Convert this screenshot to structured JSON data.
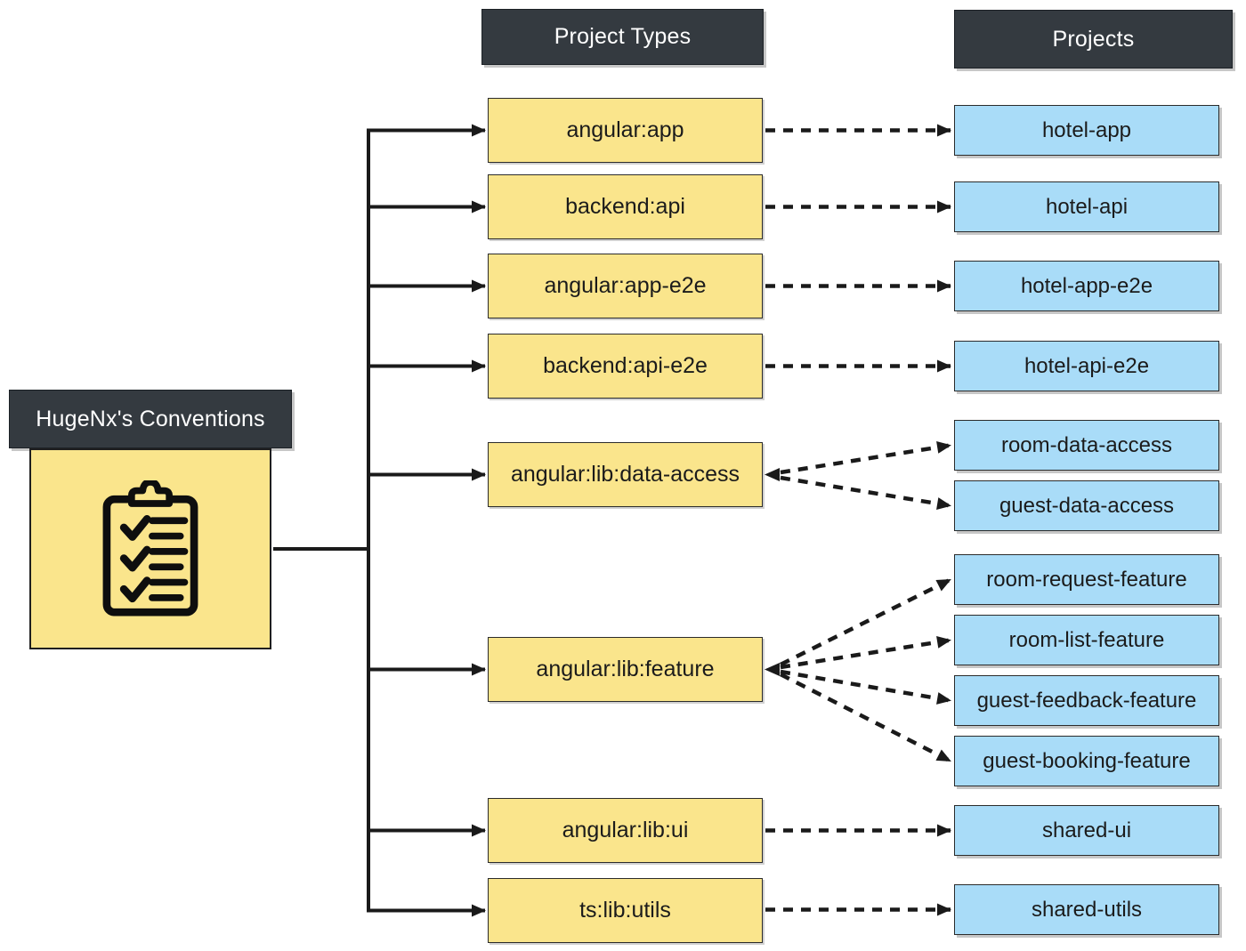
{
  "title": "HugeNx's Conventions diagram",
  "palette": {
    "header_bg": "#343A40",
    "header_text": "#FFFFFF",
    "type_fill": "#FAE58C",
    "type_border": "#2B2B2B",
    "project_fill": "#A9DCF8",
    "project_border": "#2B2B2B",
    "line": "#1A1A1A",
    "canvas_bg": "#FFFFFF"
  },
  "headers": {
    "conventions": "HugeNx's Conventions",
    "project_types": "Project Types",
    "projects": "Projects"
  },
  "conventions": {
    "icon": "checklist-clipboard"
  },
  "project_types": [
    {
      "label": "angular:app"
    },
    {
      "label": "backend:api"
    },
    {
      "label": "angular:app-e2e"
    },
    {
      "label": "backend:api-e2e"
    },
    {
      "label": "angular:lib:data-access"
    },
    {
      "label": "angular:lib:feature"
    },
    {
      "label": "angular:lib:ui"
    },
    {
      "label": "ts:lib:utils"
    }
  ],
  "projects": [
    {
      "label": "hotel-app"
    },
    {
      "label": "hotel-api"
    },
    {
      "label": "hotel-app-e2e"
    },
    {
      "label": "hotel-api-e2e"
    },
    {
      "label": "room-data-access"
    },
    {
      "label": "guest-data-access"
    },
    {
      "label": "room-request-feature"
    },
    {
      "label": "room-list-feature"
    },
    {
      "label": "guest-feedback-feature"
    },
    {
      "label": "guest-booking-feature"
    },
    {
      "label": "shared-ui"
    },
    {
      "label": "shared-utils"
    }
  ],
  "connections": [
    {
      "from": "angular:app",
      "to": [
        "hotel-app"
      ],
      "style": "dashed"
    },
    {
      "from": "backend:api",
      "to": [
        "hotel-api"
      ],
      "style": "dashed"
    },
    {
      "from": "angular:app-e2e",
      "to": [
        "hotel-app-e2e"
      ],
      "style": "dashed"
    },
    {
      "from": "backend:api-e2e",
      "to": [
        "hotel-api-e2e"
      ],
      "style": "dashed"
    },
    {
      "from": "angular:lib:data-access",
      "to": [
        "room-data-access",
        "guest-data-access"
      ],
      "style": "dashed"
    },
    {
      "from": "angular:lib:feature",
      "to": [
        "room-request-feature",
        "room-list-feature",
        "guest-feedback-feature",
        "guest-booking-feature"
      ],
      "style": "dashed"
    },
    {
      "from": "angular:lib:ui",
      "to": [
        "shared-ui"
      ],
      "style": "dashed"
    },
    {
      "from": "ts:lib:utils",
      "to": [
        "shared-utils"
      ],
      "style": "dashed"
    },
    {
      "from": "HugeNx's Conventions",
      "to": [
        "angular:app",
        "backend:api",
        "angular:app-e2e",
        "backend:api-e2e",
        "angular:lib:data-access",
        "angular:lib:feature",
        "angular:lib:ui",
        "ts:lib:utils"
      ],
      "style": "solid"
    }
  ]
}
